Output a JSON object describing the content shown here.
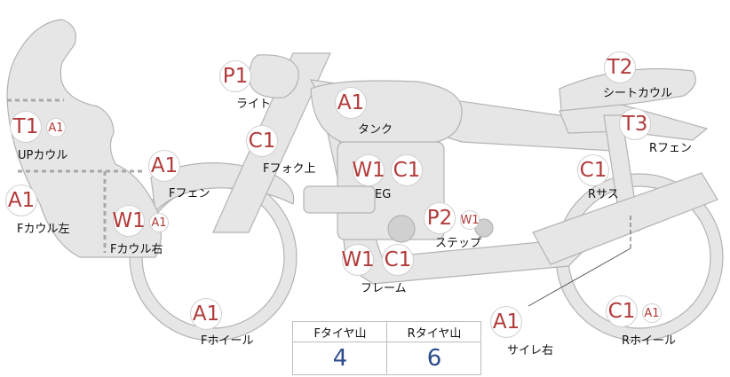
{
  "colors": {
    "part_fill": "#e6e6e6",
    "part_stroke": "#b3b3b3",
    "badge_text": "#b23a3a",
    "value_text": "#2c4a8c"
  },
  "parts": [
    {
      "key": "up_cowl",
      "label": "UPカウル",
      "badges": [
        "T1",
        "A1"
      ]
    },
    {
      "key": "f_cowl_left",
      "label": "Fカウル左",
      "badges": [
        "A1"
      ]
    },
    {
      "key": "f_cowl_right",
      "label": "Fカウル右",
      "badges": [
        "W1",
        "A1"
      ]
    },
    {
      "key": "f_fender",
      "label": "Fフェン",
      "badges": [
        "A1"
      ]
    },
    {
      "key": "light",
      "label": "ライト",
      "badges": [
        "P1"
      ]
    },
    {
      "key": "f_fork",
      "label": "Fフォク上",
      "badges": [
        "C1"
      ]
    },
    {
      "key": "tank",
      "label": "タンク",
      "badges": [
        "A1"
      ]
    },
    {
      "key": "eg",
      "label": "EG",
      "badges": [
        "W1",
        "C1"
      ]
    },
    {
      "key": "step",
      "label": "ステップ",
      "badges": [
        "P2",
        "W1"
      ]
    },
    {
      "key": "frame",
      "label": "フレーム",
      "badges": [
        "W1",
        "C1"
      ]
    },
    {
      "key": "f_wheel",
      "label": "Fホイール",
      "badges": [
        "A1"
      ]
    },
    {
      "key": "seat_cowl",
      "label": "シートカウル",
      "badges": [
        "T2"
      ]
    },
    {
      "key": "r_fender",
      "label": "Rフェン",
      "badges": [
        "T3"
      ]
    },
    {
      "key": "r_sus",
      "label": "Rサス",
      "badges": [
        "C1"
      ]
    },
    {
      "key": "silencer_right",
      "label": "サイレ右",
      "badges": [
        "A1"
      ]
    },
    {
      "key": "r_wheel",
      "label": "Rホイール",
      "badges": [
        "C1",
        "A1"
      ]
    }
  ],
  "tire_table": {
    "headers": [
      "Fタイヤ山",
      "Rタイヤ山"
    ],
    "values": [
      "4",
      "6"
    ]
  }
}
